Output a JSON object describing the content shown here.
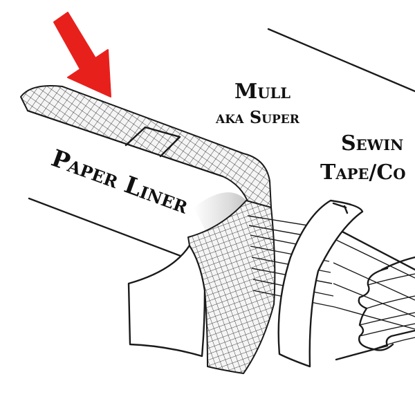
{
  "labels": {
    "mull": "Mull",
    "mull_aka": "aka Super",
    "sewing_line1": "Sewin",
    "sewing_line2": "Tape/Co",
    "paper_liner": "Paper Liner"
  },
  "colors": {
    "arrow": "#e8201c",
    "ink": "#1a1a1a",
    "mesh_fill": "#f4f4f4",
    "background": "#ffffff"
  },
  "icons": {
    "pointer": "red-arrow-icon"
  }
}
